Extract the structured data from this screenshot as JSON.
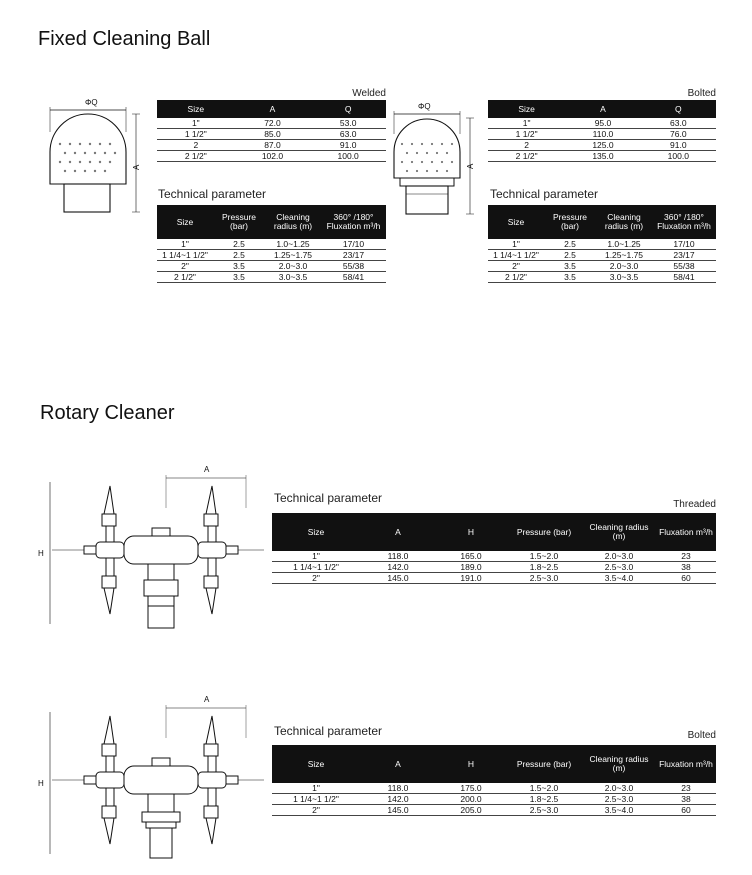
{
  "fixed": {
    "title": "Fixed Cleaning Ball",
    "dim_q": "ΦQ",
    "dim_a": "A",
    "welded": {
      "label": "Welded",
      "headers": [
        "Size",
        "A",
        "Q"
      ],
      "rows": [
        [
          "1\"",
          "72.0",
          "53.0"
        ],
        [
          "1 1/2\"",
          "85.0",
          "63.0"
        ],
        [
          "2",
          "87.0",
          "91.0"
        ],
        [
          "2 1/2\"",
          "102.0",
          "100.0"
        ]
      ],
      "tech_title": "Technical parameter",
      "tech_headers": [
        "Size",
        "Pressure (bar)",
        "Cleaning radius (m)",
        "360° /180° Fluxation m³/h"
      ],
      "tech_rows": [
        [
          "1\"",
          "2.5",
          "1.0~1.25",
          "17/10"
        ],
        [
          "1 1/4~1 1/2\"",
          "2.5",
          "1.25~1.75",
          "23/17"
        ],
        [
          "2\"",
          "3.5",
          "2.0~3.0",
          "55/38"
        ],
        [
          "2 1/2\"",
          "3.5",
          "3.0~3.5",
          "58/41"
        ]
      ]
    },
    "bolted": {
      "label": "Bolted",
      "headers": [
        "Size",
        "A",
        "Q"
      ],
      "rows": [
        [
          "1\"",
          "95.0",
          "63.0"
        ],
        [
          "1 1/2\"",
          "110.0",
          "76.0"
        ],
        [
          "2",
          "125.0",
          "91.0"
        ],
        [
          "2 1/2\"",
          "135.0",
          "100.0"
        ]
      ],
      "tech_title": "Technical parameter",
      "tech_headers": [
        "Size",
        "Pressure (bar)",
        "Cleaning radius (m)",
        "360° /180° Fluxation m³/h"
      ],
      "tech_rows": [
        [
          "1\"",
          "2.5",
          "1.0~1.25",
          "17/10"
        ],
        [
          "1 1/4~1 1/2\"",
          "2.5",
          "1.25~1.75",
          "23/17"
        ],
        [
          "2\"",
          "3.5",
          "2.0~3.0",
          "55/38"
        ],
        [
          "2 1/2\"",
          "3.5",
          "3.0~3.5",
          "58/41"
        ]
      ]
    }
  },
  "rotary": {
    "title": "Rotary Cleaner",
    "dim_a": "A",
    "dim_h": "H",
    "threaded": {
      "tech_title": "Technical parameter",
      "label": "Threaded",
      "headers": [
        "Size",
        "A",
        "H",
        "Pressure (bar)",
        "Cleaning radius (m)",
        "Fluxation m³/h"
      ],
      "rows": [
        [
          "1\"",
          "118.0",
          "165.0",
          "1.5~2.0",
          "2.0~3.0",
          "23"
        ],
        [
          "1 1/4~1 1/2\"",
          "142.0",
          "189.0",
          "1.8~2.5",
          "2.5~3.0",
          "38"
        ],
        [
          "2\"",
          "145.0",
          "191.0",
          "2.5~3.0",
          "3.5~4.0",
          "60"
        ]
      ]
    },
    "bolted": {
      "tech_title": "Technical parameter",
      "label": "Bolted",
      "headers": [
        "Size",
        "A",
        "H",
        "Pressure (bar)",
        "Cleaning radius (m)",
        "Fluxation m³/h"
      ],
      "rows": [
        [
          "1\"",
          "118.0",
          "175.0",
          "1.5~2.0",
          "2.0~3.0",
          "23"
        ],
        [
          "1 1/4~1 1/2\"",
          "142.0",
          "200.0",
          "1.8~2.5",
          "2.5~3.0",
          "38"
        ],
        [
          "2\"",
          "145.0",
          "205.0",
          "2.5~3.0",
          "3.5~4.0",
          "60"
        ]
      ]
    }
  }
}
